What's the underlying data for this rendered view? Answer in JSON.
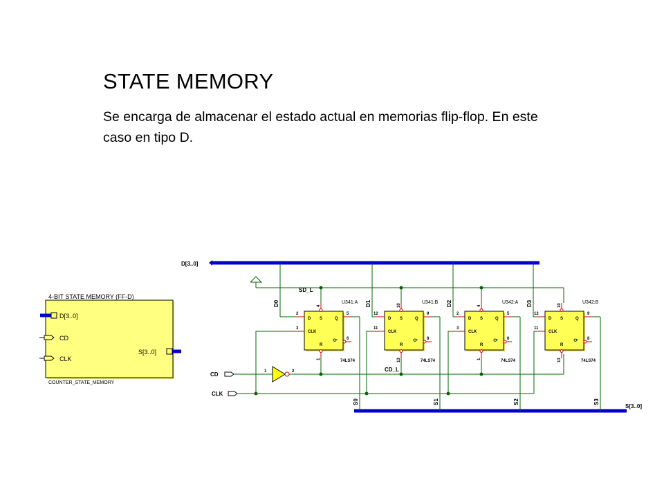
{
  "slide": {
    "title": "STATE MEMORY",
    "description": "Se encarga de almacenar el estado actual en memorias flip-flop. En este caso en tipo D."
  },
  "block_symbol": {
    "title": "4-BIT STATE MEMORY (FF-D)",
    "footer": "COUNTER_STATE_MEMORY",
    "fill_color": "#ffff80",
    "input_d": "D[3..0]",
    "input_cd": "CD",
    "input_clk": "CLK",
    "output_s": "S[3..0]"
  },
  "schematic": {
    "bus_color": "#0000cc",
    "wire_color": "#006600",
    "pin_color": "#cc0000",
    "input_bus": "D[3..0]",
    "output_bus": "S[3..0]",
    "port_cd": "CD",
    "port_clk": "CLK",
    "net_sd": "SD_L",
    "net_cd": "CD_L",
    "inverter_pin_in": "1",
    "inverter_pin_out": "2",
    "d_nets": [
      "D0",
      "D1",
      "D2",
      "D3"
    ],
    "s_nets": [
      "S0",
      "S1",
      "S2",
      "S3"
    ],
    "flipflops": [
      {
        "ref": "U341:A",
        "part": "74LS74",
        "pin_s": "4",
        "pin_d": "2",
        "pin_clk": "3",
        "pin_q": "5",
        "pin_qn": "6",
        "pin_r": "1"
      },
      {
        "ref": "U341:B",
        "part": "74LS74",
        "pin_s": "10",
        "pin_d": "12",
        "pin_clk": "11",
        "pin_q": "9",
        "pin_qn": "8",
        "pin_r": "13"
      },
      {
        "ref": "U342:A",
        "part": "74LS74",
        "pin_s": "4",
        "pin_d": "2",
        "pin_clk": "3",
        "pin_q": "5",
        "pin_qn": "6",
        "pin_r": "1"
      },
      {
        "ref": "U342:B",
        "part": "74LS74",
        "pin_s": "10",
        "pin_d": "12",
        "pin_clk": "11",
        "pin_q": "9",
        "pin_qn": "8",
        "pin_r": "13"
      }
    ],
    "ff_pin_labels": {
      "d": "D",
      "s": "S",
      "q": "Q",
      "clk": "CLK",
      "r": "R",
      "qn": "Q"
    }
  }
}
